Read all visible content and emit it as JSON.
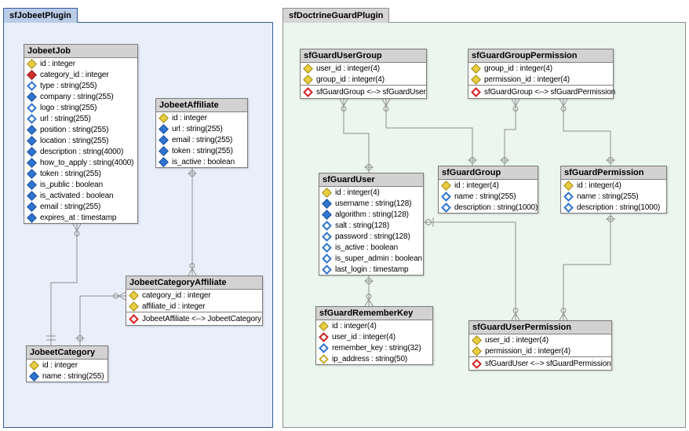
{
  "colors": {
    "left_panel_border": "#305a9e",
    "left_panel_bg": "#e9effa",
    "left_tab_bg": "#b9cce8",
    "right_panel_border": "#8f8f8f",
    "right_panel_bg": "#eaf6ee",
    "right_tab_bg": "#d5d5d5",
    "table_header_bg": "#d2d2d2",
    "connector_line": "#8f8f8f",
    "primary_key_icon": "#e6ce3e",
    "foreign_key_icon": "#d03030",
    "field_icon": "#2f74d0",
    "relation_icon": "#d42020"
  },
  "panels": {
    "jobeet": {
      "tab_label": "sfJobeetPlugin"
    },
    "guard": {
      "tab_label": "sfDoctrineGuardPlugin"
    }
  },
  "tables": {
    "JobeetJob": {
      "title": "JobeetJob",
      "fields": [
        {
          "icon": "pk",
          "text": "id : integer"
        },
        {
          "icon": "fk",
          "text": "category_id : integer"
        },
        {
          "icon": "ath",
          "text": "type : string(255)"
        },
        {
          "icon": "at",
          "text": "company : string(255)"
        },
        {
          "icon": "ath",
          "text": "logo : string(255)"
        },
        {
          "icon": "ath",
          "text": "url : string(255)"
        },
        {
          "icon": "at",
          "text": "position : string(255)"
        },
        {
          "icon": "at",
          "text": "location : string(255)"
        },
        {
          "icon": "at",
          "text": "description : string(4000)"
        },
        {
          "icon": "at",
          "text": "how_to_apply : string(4000)"
        },
        {
          "icon": "at",
          "text": "token : string(255)"
        },
        {
          "icon": "at",
          "text": "is_public : boolean"
        },
        {
          "icon": "at",
          "text": "is_activated : boolean"
        },
        {
          "icon": "at",
          "text": "email : string(255)"
        },
        {
          "icon": "at",
          "text": "expires_at : timestamp"
        }
      ]
    },
    "JobeetAffiliate": {
      "title": "JobeetAffiliate",
      "fields": [
        {
          "icon": "pk",
          "text": "id : integer"
        },
        {
          "icon": "at",
          "text": "url : string(255)"
        },
        {
          "icon": "at",
          "text": "email : string(255)"
        },
        {
          "icon": "at",
          "text": "token : string(255)"
        },
        {
          "icon": "at",
          "text": "is_active : boolean"
        }
      ]
    },
    "JobeetCategoryAffiliate": {
      "title": "JobeetCategoryAffiliate",
      "fields": [
        {
          "icon": "pk",
          "text": "category_id : integer"
        },
        {
          "icon": "pk",
          "text": "affiliate_id : integer"
        }
      ],
      "footer": "JobeetAffiliate <--> JobeetCategory"
    },
    "JobeetCategory": {
      "title": "JobeetCategory",
      "fields": [
        {
          "icon": "pk",
          "text": "id : integer"
        },
        {
          "icon": "at",
          "text": "name : string(255)"
        }
      ]
    },
    "sfGuardUserGroup": {
      "title": "sfGuardUserGroup",
      "fields": [
        {
          "icon": "pk",
          "text": "user_id : integer(4)"
        },
        {
          "icon": "pk",
          "text": "group_id : integer(4)"
        }
      ],
      "footer": "sfGuardGroup <--> sfGuardUser"
    },
    "sfGuardGroupPermission": {
      "title": "sfGuardGroupPermission",
      "fields": [
        {
          "icon": "pk",
          "text": "group_id : integer(4)"
        },
        {
          "icon": "pk",
          "text": "permission_id : integer(4)"
        }
      ],
      "footer": "sfGuardGroup <--> sfGuardPermission"
    },
    "sfGuardUser": {
      "title": "sfGuardUser",
      "fields": [
        {
          "icon": "pk",
          "text": "id : integer(4)"
        },
        {
          "icon": "at",
          "text": "username : string(128)"
        },
        {
          "icon": "at",
          "text": "algorithm : string(128)"
        },
        {
          "icon": "ath",
          "text": "salt : string(128)"
        },
        {
          "icon": "ath",
          "text": "password : string(128)"
        },
        {
          "icon": "ath",
          "text": "is_active : boolean"
        },
        {
          "icon": "ath",
          "text": "is_super_admin : boolean"
        },
        {
          "icon": "ath",
          "text": "last_login : timestamp"
        }
      ]
    },
    "sfGuardGroup": {
      "title": "sfGuardGroup",
      "fields": [
        {
          "icon": "pk",
          "text": "id : integer(4)"
        },
        {
          "icon": "ath",
          "text": "name : string(255)"
        },
        {
          "icon": "ath",
          "text": "description : string(1000)"
        }
      ]
    },
    "sfGuardPermission": {
      "title": "sfGuardPermission",
      "fields": [
        {
          "icon": "pk",
          "text": "id : integer(4)"
        },
        {
          "icon": "ath",
          "text": "name : string(255)"
        },
        {
          "icon": "ath",
          "text": "description : string(1000)"
        }
      ]
    },
    "sfGuardRememberKey": {
      "title": "sfGuardRememberKey",
      "fields": [
        {
          "icon": "pk",
          "text": "id : integer(4)"
        },
        {
          "icon": "fkh",
          "text": "user_id : integer(4)"
        },
        {
          "icon": "ath",
          "text": "remember_key : string(32)"
        },
        {
          "icon": "pkh",
          "text": "ip_address : string(50)"
        }
      ]
    },
    "sfGuardUserPermission": {
      "title": "sfGuardUserPermission",
      "fields": [
        {
          "icon": "pk",
          "text": "user_id : integer(4)"
        },
        {
          "icon": "pk",
          "text": "permission_id : integer(4)"
        }
      ],
      "footer": "sfGuardUser <--> sfGuardPermission"
    }
  }
}
